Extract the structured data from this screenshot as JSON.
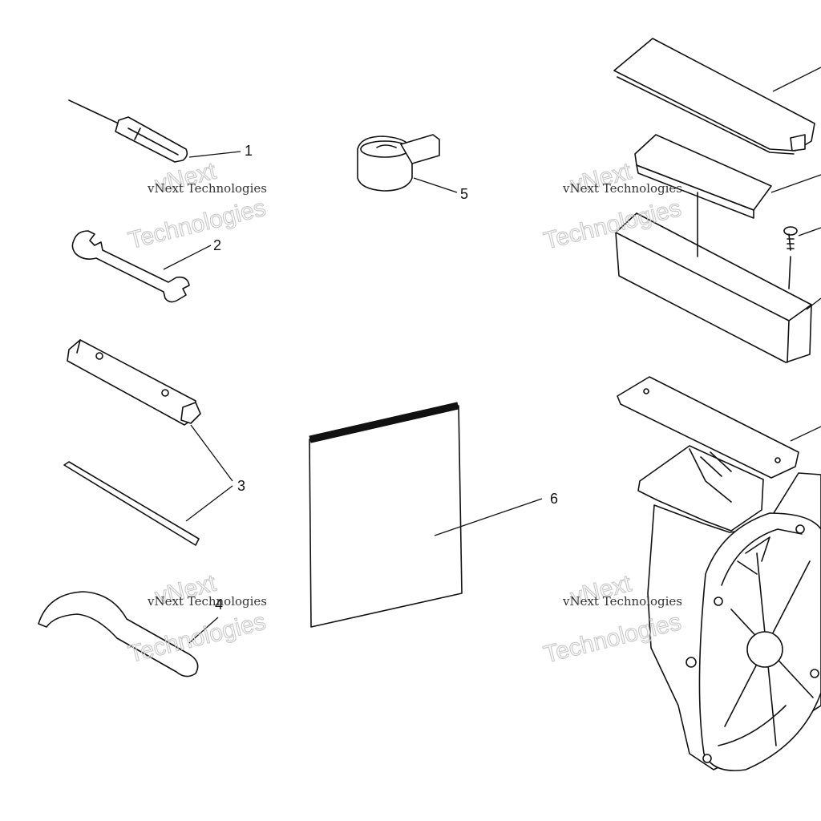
{
  "callouts": {
    "c1": "1",
    "c2": "2",
    "c3": "3",
    "c4": "4",
    "c5": "5",
    "c6": "6"
  },
  "watermarks": [
    {
      "brand": "vNext",
      "line": "vNext Technologies",
      "big": "Technologies"
    },
    {
      "brand": "vNext",
      "line": "vNext Technologies",
      "big": "Technologies"
    },
    {
      "brand": "vNext",
      "line": "vNext Technologies",
      "big": "Technologies"
    },
    {
      "brand": "vNext",
      "line": "vNext Technologies",
      "big": "Technologies"
    }
  ],
  "parts": [
    {
      "icon": "screwdriver-icon"
    },
    {
      "icon": "wrench-icon"
    },
    {
      "icon": "socket-wrench-icon"
    },
    {
      "icon": "tommy-bar-icon"
    },
    {
      "icon": "spanner-hook-icon"
    },
    {
      "icon": "tape-roll-icon"
    },
    {
      "icon": "manual-icon"
    },
    {
      "icon": "toolbox-lid-icon"
    },
    {
      "icon": "toolbox-pad-icon"
    },
    {
      "icon": "toolbox-tray-icon"
    },
    {
      "icon": "screw-icon"
    },
    {
      "icon": "housing-icon"
    }
  ]
}
